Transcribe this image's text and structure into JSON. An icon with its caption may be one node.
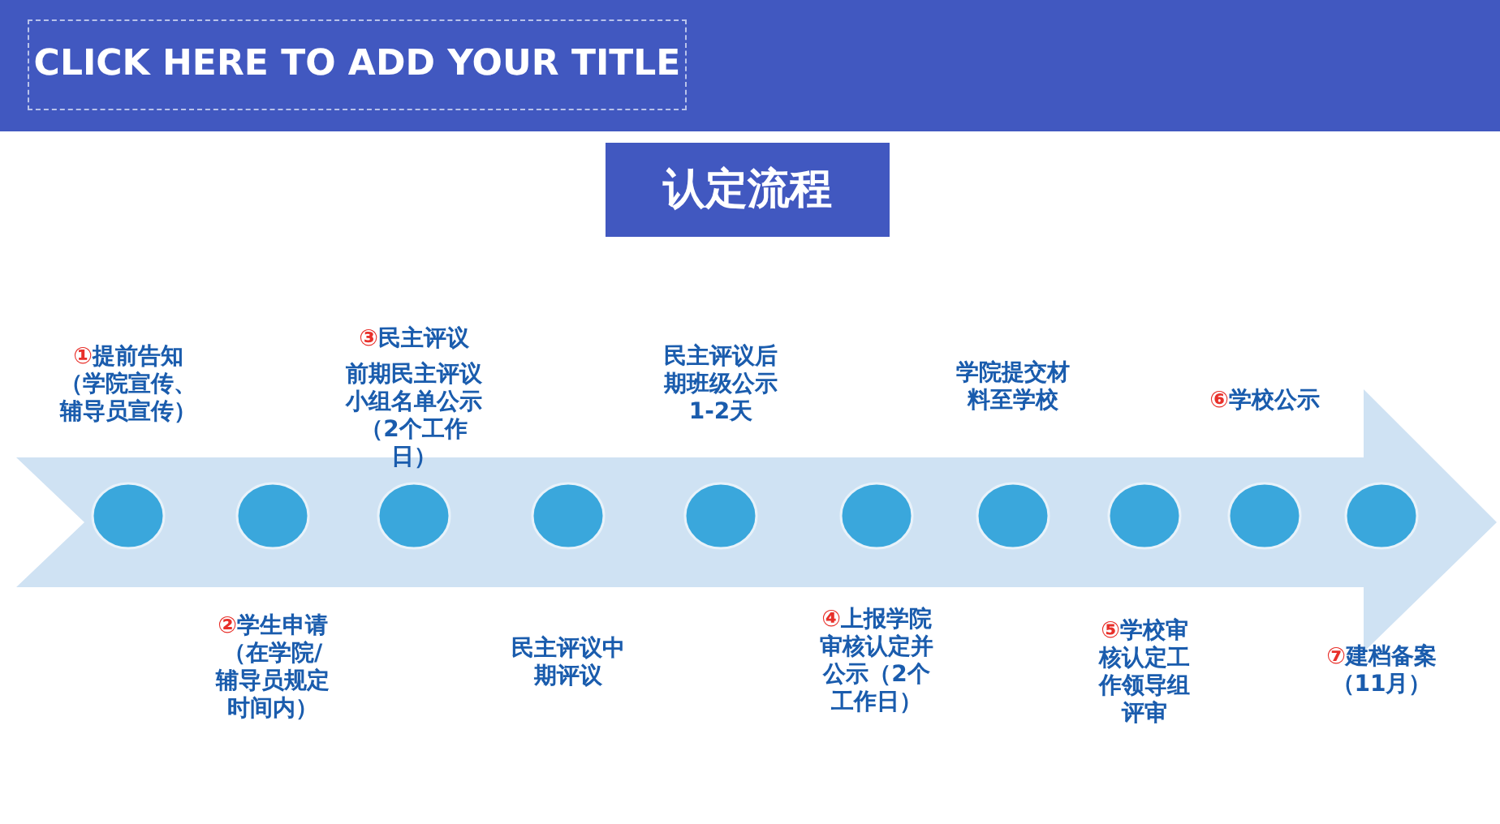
{
  "diagram": {
    "title": "CLICK HERE TO ADD YOUR TITLE",
    "nodes": [
      {
        "text": [
          "认定流程"
        ]
      },
      {
        "text": [],
        "shape": "circle",
        "beside": [
          "①",
          "提前告知（学院宣传、辅导员宣传）"
        ]
      },
      {
        "text": [],
        "shape": "circle",
        "beside": [
          "②",
          "学生申请（在学院/辅导员规定时间内）"
        ]
      },
      {
        "text": [],
        "shape": "circle",
        "beside": [
          "③",
          "民主评议",
          "前期民主评议小组名单公示（2个工作日）"
        ]
      },
      {
        "text": [],
        "shape": "circle",
        "beside": [
          "民主评议中期评议"
        ]
      },
      {
        "text": [],
        "shape": "circle",
        "beside": [
          "民主评议后期班级公示1-2天"
        ]
      },
      {
        "text": [],
        "shape": "circle",
        "beside": [
          "④",
          "上报学院审核认定并公示（2个工作日）"
        ]
      },
      {
        "text": [],
        "shape": "circle",
        "beside": [
          "学院提交材料至学校"
        ]
      },
      {
        "text": [],
        "shape": "circle",
        "beside": [
          "⑤",
          "学校审核认定工作领导组评审"
        ]
      },
      {
        "text": [],
        "shape": "circle",
        "beside": [
          "⑥",
          "学校公示"
        ]
      },
      {
        "text": [],
        "shape": "circle",
        "beside": [
          "⑦",
          "建档备案（11月）"
        ]
      }
    ]
  }
}
